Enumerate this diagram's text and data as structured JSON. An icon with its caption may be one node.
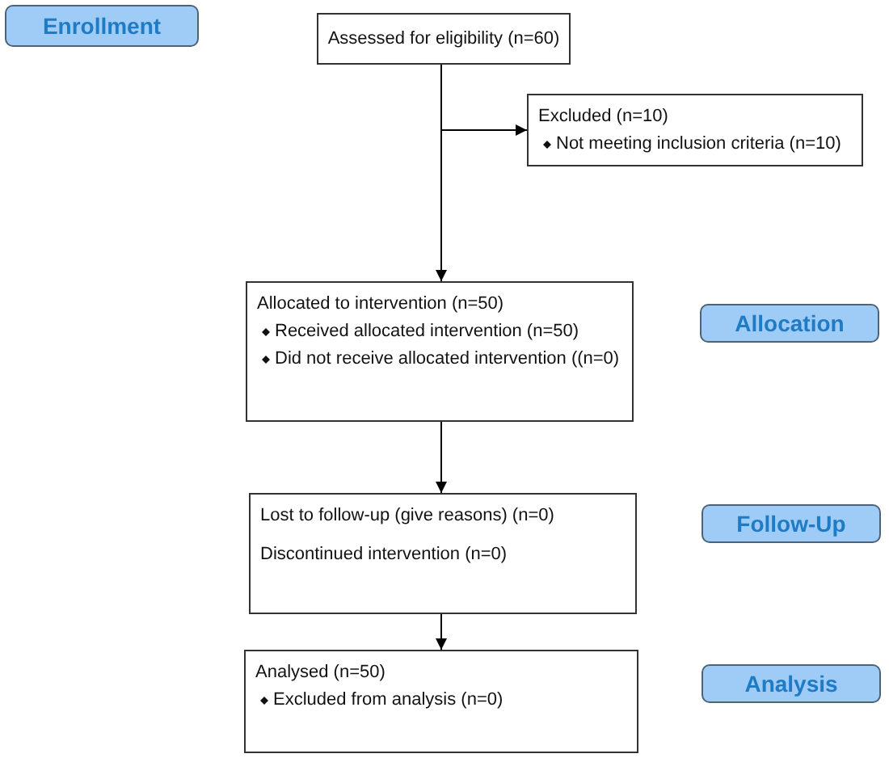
{
  "diagram": {
    "nodes": [
      {
        "text": [
          "Enrollment"
        ]
      },
      {
        "text": [
          "Assessed for eligibility (n=60)"
        ]
      },
      {
        "text": [
          "Excluded (n=10)",
          "Not meeting inclusion criteria (n=10)"
        ]
      },
      {
        "text": [
          "Allocated to intervention (n=50)",
          "Received allocated intervention (n=50)",
          "Did not receive allocated intervention ((n=0)"
        ]
      },
      {
        "text": [
          "Allocation"
        ]
      },
      {
        "text": [
          "Lost to follow-up (give reasons) (n=0)",
          "Discontinued intervention (n=0)"
        ]
      },
      {
        "text": [
          "Follow-Up"
        ]
      },
      {
        "text": [
          "Analysed  (n=50)",
          "Excluded from analysis (n=0)"
        ]
      },
      {
        "text": [
          "Analysis"
        ]
      }
    ],
    "edges": [
      {
        "from": 1,
        "to": 3,
        "arrow": "to"
      },
      {
        "from": 1,
        "to": 2,
        "arrow": "to"
      },
      {
        "from": 3,
        "to": 5,
        "arrow": "to"
      },
      {
        "from": 5,
        "to": 7,
        "arrow": "to"
      }
    ]
  }
}
